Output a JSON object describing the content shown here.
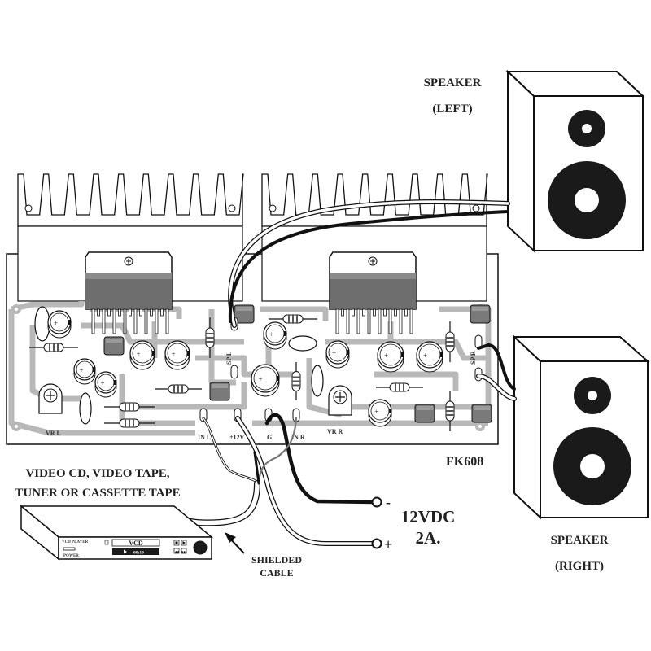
{
  "title": "FK608 stereo amplifier wiring diagram",
  "board": {
    "model": "FK608",
    "pads": {
      "in_l": "IN L",
      "plus_12v": "+12V",
      "ground": "G",
      "in_r": "IN R",
      "vr_l": "VR L",
      "vr_r": "VR R",
      "sp_l": "SP L",
      "sp_r": "SP R"
    }
  },
  "speakers": {
    "left": {
      "label_line1": "SPEAKER",
      "label_line2": "(LEFT)"
    },
    "right": {
      "label_line1": "SPEAKER",
      "label_line2": "(RIGHT)"
    }
  },
  "source": {
    "label_line1": "VIDEO CD, VIDEO TAPE,",
    "label_line2": "TUNER OR CASSETTE TAPE",
    "device": {
      "brand_label": "VCD PLAYER",
      "power_label": "POWER",
      "display_text": "VCD",
      "time_text": "00:10"
    }
  },
  "cable": {
    "label_line1": "SHIELDED",
    "label_line2": "CABLE"
  },
  "power": {
    "negative_symbol": "-",
    "positive_symbol": "+",
    "voltage": "12VDC",
    "current": "2A."
  },
  "colors": {
    "line": "#111111",
    "trace": "#b8b8b8",
    "ic_body": "#6e6e6e",
    "ic_top": "#8a8a8a",
    "speaker_cone": "#1a1a1a"
  }
}
